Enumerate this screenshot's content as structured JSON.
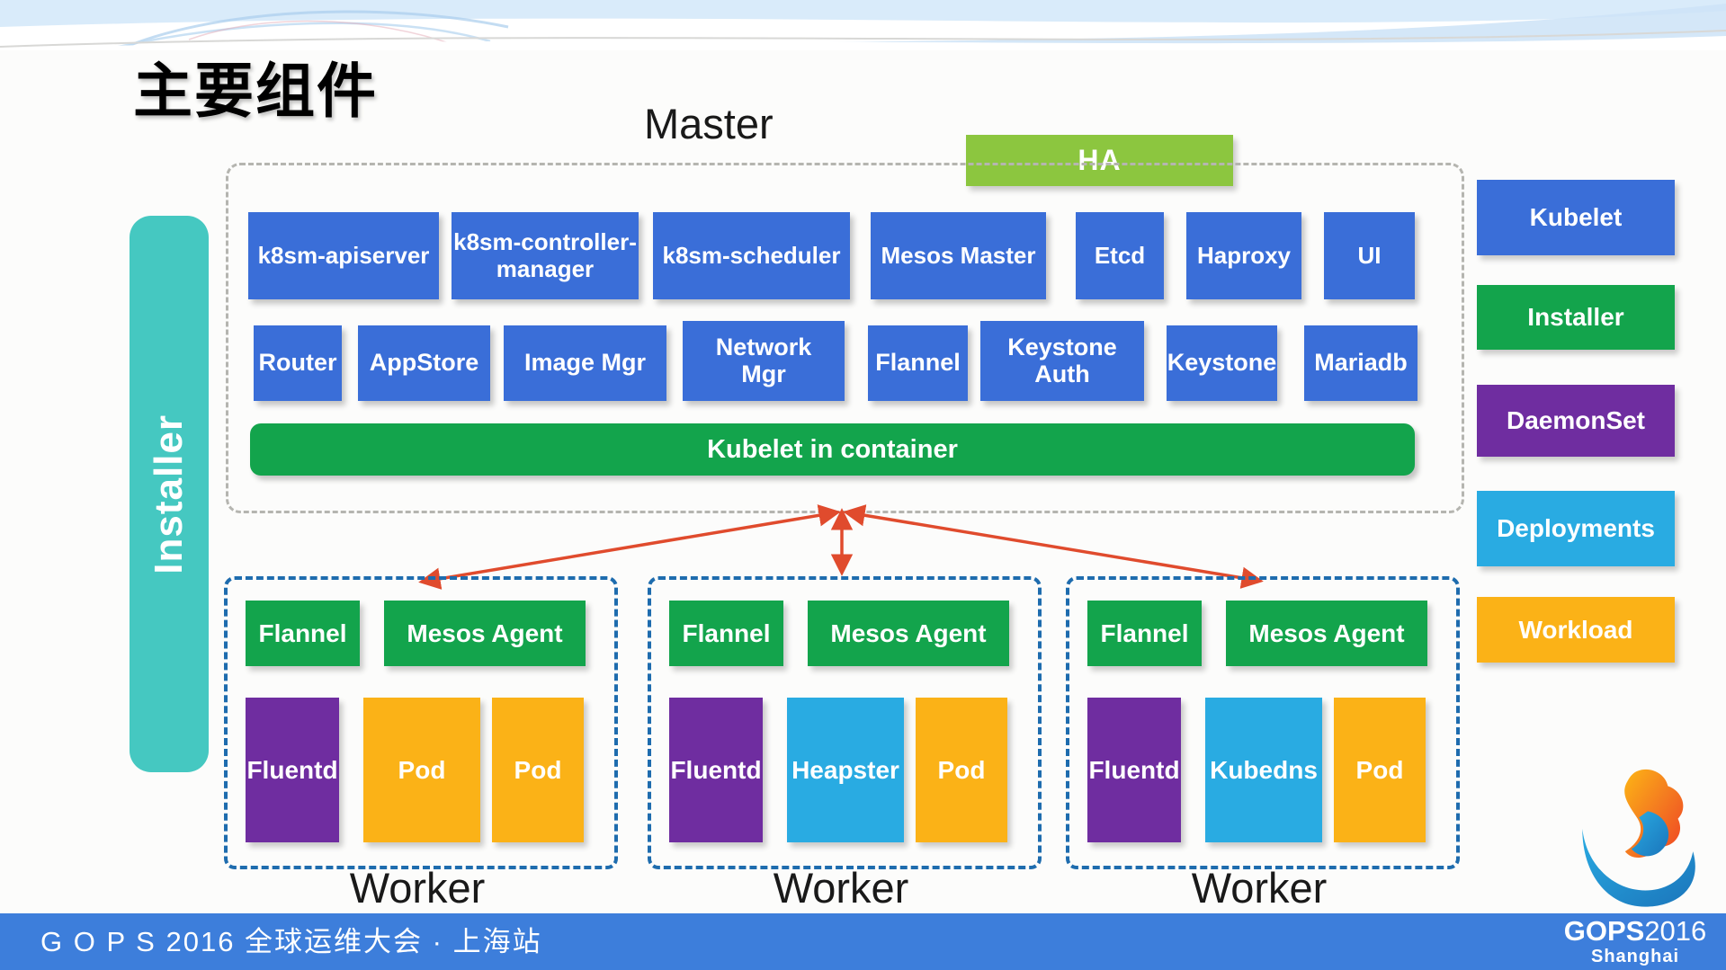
{
  "title": "主要组件",
  "installer_bar": {
    "label": "Installer"
  },
  "master": {
    "label": "Master",
    "ha": "HA",
    "row1": [
      {
        "label": "k8sm-apiserver"
      },
      {
        "label": "k8sm-controller-manager"
      },
      {
        "label": "k8sm-scheduler"
      },
      {
        "label": "Mesos Master"
      },
      {
        "label": "Etcd"
      },
      {
        "label": "Haproxy"
      },
      {
        "label": "UI"
      }
    ],
    "row2": [
      {
        "label": "Router"
      },
      {
        "label": "AppStore"
      },
      {
        "label": "Image Mgr"
      },
      {
        "label": "Network Mgr"
      },
      {
        "label": "Flannel"
      },
      {
        "label": "Keystone Auth"
      },
      {
        "label": "Keystone"
      },
      {
        "label": "Mariadb"
      }
    ],
    "kubelet_bar": "Kubelet in container"
  },
  "legend": [
    {
      "label": "Kubelet",
      "color": "#3a6ed8"
    },
    {
      "label": "Installer",
      "color": "#13a44c"
    },
    {
      "label": "DaemonSet",
      "color": "#6f2da0"
    },
    {
      "label": "Deployments",
      "color": "#29abe2"
    },
    {
      "label": "Workload",
      "color": "#fbb217"
    }
  ],
  "workers": [
    {
      "label": "Worker",
      "top": [
        {
          "label": "Flannel"
        },
        {
          "label": "Mesos Agent"
        }
      ],
      "pods": [
        {
          "label": "Fluentd",
          "color": "#6f2da0"
        },
        {
          "label": "Pod",
          "color": "#fbb217"
        },
        {
          "label": "Pod",
          "color": "#fbb217"
        }
      ]
    },
    {
      "label": "Worker",
      "top": [
        {
          "label": "Flannel"
        },
        {
          "label": "Mesos Agent"
        }
      ],
      "pods": [
        {
          "label": "Fluentd",
          "color": "#6f2da0"
        },
        {
          "label": "Heapster",
          "color": "#29abe2"
        },
        {
          "label": "Pod",
          "color": "#fbb217"
        }
      ]
    },
    {
      "label": "Worker",
      "top": [
        {
          "label": "Flannel"
        },
        {
          "label": "Mesos Agent"
        }
      ],
      "pods": [
        {
          "label": "Fluentd",
          "color": "#6f2da0"
        },
        {
          "label": "Kubedns",
          "color": "#29abe2"
        },
        {
          "label": "Pod",
          "color": "#fbb217"
        }
      ]
    }
  ],
  "colors": {
    "component_blue": "#3a6ed8",
    "component_green": "#13a44c",
    "ha_green": "#8cc63f",
    "purple": "#6f2da0",
    "cyan": "#29abe2",
    "yellow": "#fbb217",
    "installer_teal": "#45c8c1",
    "worker_border": "#1e6cae",
    "arrow_red": "#e04b2d",
    "footer_blue": "#3d7edb"
  },
  "footer": {
    "left_text": "G O P S 2016 全球运维大会 · 上海站",
    "logo_name": "GOPS",
    "logo_year": "2016",
    "logo_city": "Shanghai"
  }
}
